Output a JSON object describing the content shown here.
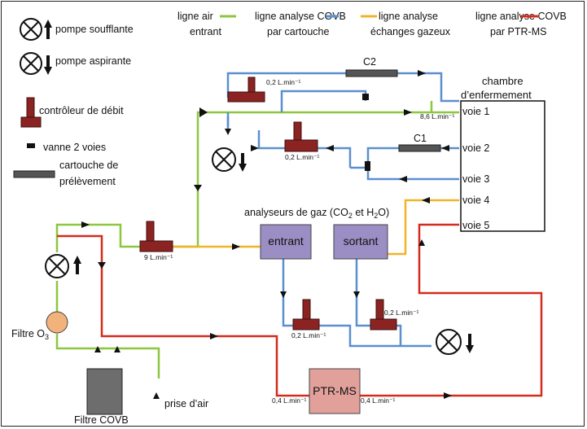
{
  "legend": {
    "blower_pump": "pompe soufflante",
    "suction_pump": "pompe aspirante",
    "flow_controller": "contrôleur de débit",
    "valve": "vanne  2 voies",
    "cartridge_line1": "cartouche de",
    "cartridge_line2": "prélèvement"
  },
  "line_legend": {
    "incoming_air_line1": "ligne  air",
    "incoming_air_line2": "entrant",
    "cartridge_line1": "ligne analyse COVB",
    "cartridge_line2": "par cartouche",
    "gas_exchange_line1": "ligne analyse",
    "gas_exchange_line2": "échanges gazeux",
    "ptrms_line1": "ligne analyse COVB",
    "ptrms_line2": "par PTR-MS"
  },
  "chamber": {
    "title_line1": "chambre",
    "title_line2": "d’enfermement",
    "ways": [
      "voie 1",
      "voie 2",
      "voie 3",
      "voie 4",
      "voie 5"
    ]
  },
  "cartridges": {
    "c1": "C1",
    "c2": "C2"
  },
  "flows": {
    "c2_flow": "0,2 L.min⁻¹",
    "inlet_flow": "8,6 L.min⁻¹",
    "c1_flow": "0,2 L.min⁻¹",
    "main_flow": "9 L.min⁻¹",
    "analyser_in_flow": "0,2 L.min⁻¹",
    "analyser_out_flow": "0,2 L.min⁻¹",
    "ptr_left_flow": "0,4 L.min⁻¹",
    "ptr_right_flow": "0,4 L.min⁻¹"
  },
  "analysers": {
    "title_prefix": "analyseurs de gaz (CO",
    "title_sub1": "2",
    "title_middle": " et H",
    "title_sub2": "2",
    "title_suffix": "O)",
    "inlet": "entrant",
    "outlet": "sortant"
  },
  "ptrms": "PTR-MS",
  "ozone_filter": {
    "label": "Filtre O",
    "sub": "3"
  },
  "voc_filter": "Filtre COVB",
  "air_intake": "prise d’air",
  "colors": {
    "green": "#8dc63f",
    "blue": "#5b8fd0",
    "orange": "#f0b429",
    "red": "#d42b1e",
    "controller": "#8b2323",
    "analyser": "#9b8ec4",
    "ptrms": "#e2a09b",
    "ozone": "#f2b27c",
    "voc_filter": "#6d6d6d",
    "cartridge": "#555555"
  }
}
